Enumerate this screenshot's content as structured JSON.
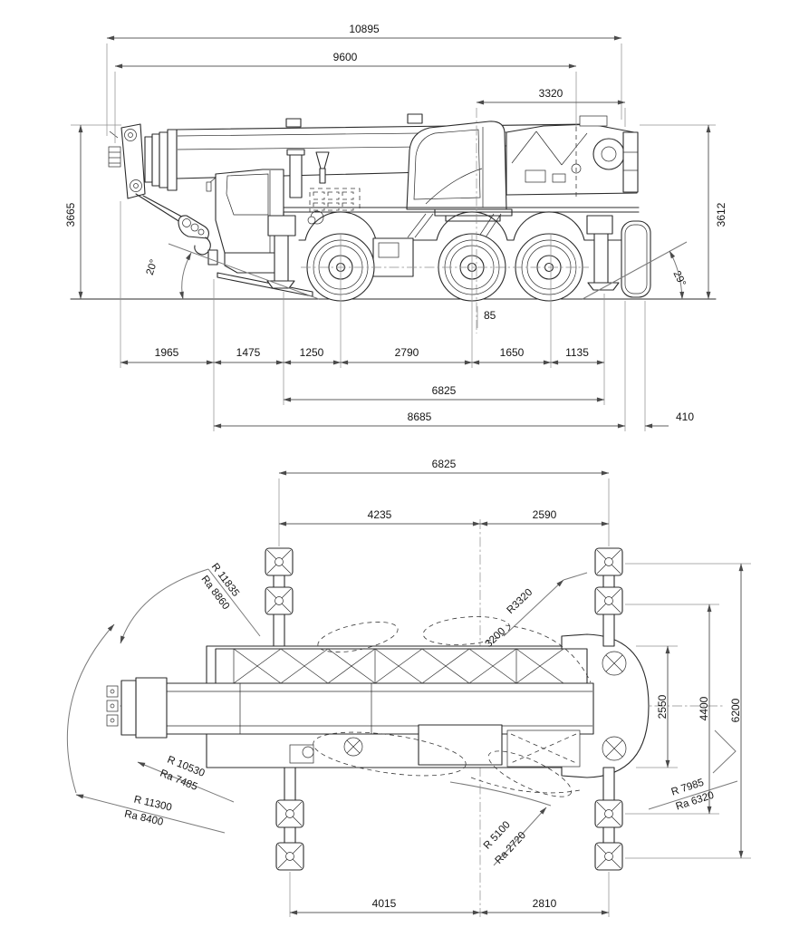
{
  "labels": {
    "len_overall": "10895",
    "len_boom": "9600",
    "len_rear": "3320",
    "h_left": "3665",
    "h_right": "3612",
    "ang_front": "20°",
    "ang_rear": "29°",
    "c1": "1965",
    "c2": "1475",
    "c3": "1250",
    "c4": "2790",
    "c5": "1650",
    "c6": "1135",
    "off85": "85",
    "base6825": "6825",
    "len8685": "8685",
    "rear410": "410",
    "p_base": "6825",
    "p_front": "4235",
    "p_rear": "2590",
    "w_chassis": "2550",
    "w_mid": "4400",
    "w_full": "6200",
    "pb_front": "4015",
    "pb_rear": "2810",
    "r1a": "R 11835",
    "r1b": "Ra 8860",
    "r2": "R3320",
    "r3": "3200",
    "r4a": "R 10530",
    "r4b": "Ra 7485",
    "r5a": "R 11300",
    "r5b": "Ra 8400",
    "r6a": "R 5100",
    "r6b": "Ra 2720",
    "r7a": "R 7985",
    "r7b": "Ra 6320"
  }
}
